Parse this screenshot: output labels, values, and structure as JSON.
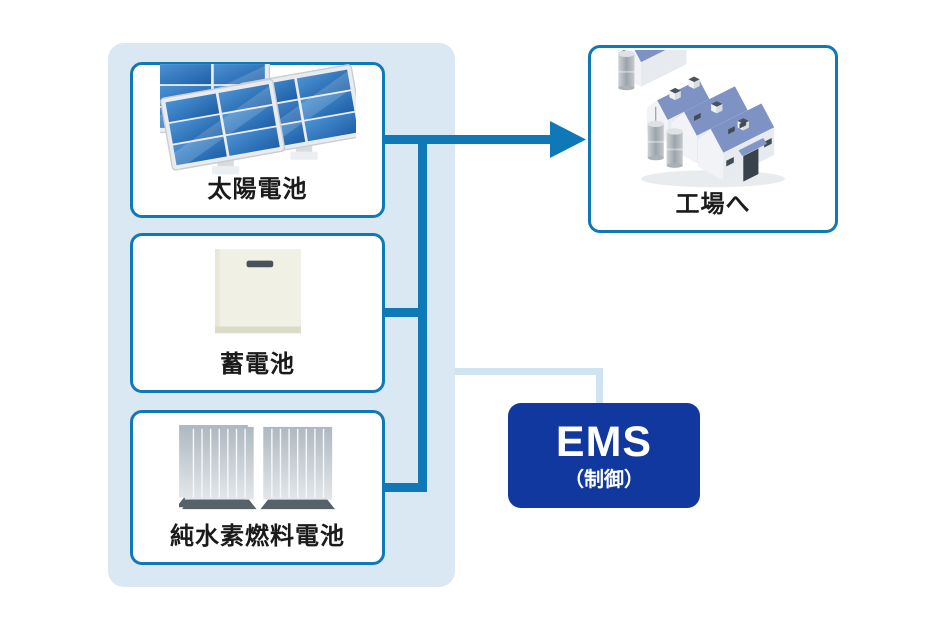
{
  "colors": {
    "accent": "#0f79b8",
    "panel-bg": "#d9e8f3",
    "connector-light": "#cfe3f1",
    "ems-bg": "#11389e",
    "box-bg": "#ffffff",
    "text": "#1b1b1b",
    "ems-text": "#ffffff"
  },
  "sources": {
    "items": [
      {
        "label": "太陽電池",
        "icon": "solar-panels-icon"
      },
      {
        "label": "蓄電池",
        "icon": "storage-battery-icon"
      },
      {
        "label": "純水素燃料電池",
        "icon": "hydrogen-fuel-cells-icon"
      }
    ]
  },
  "destination": {
    "label": "工場へ",
    "icon": "factory-icon"
  },
  "ems": {
    "title": "EMS",
    "subtitle": "（制御）"
  }
}
